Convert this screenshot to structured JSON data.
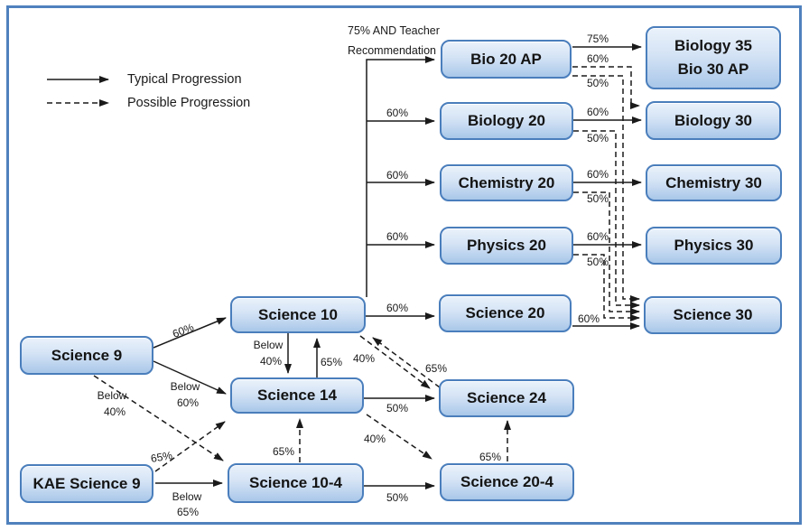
{
  "legend": {
    "typical": "Typical Progression",
    "possible": "Possible Progression"
  },
  "note": {
    "line1": "75% AND Teacher",
    "line2": "Recommendation"
  },
  "nodes": {
    "science9": "Science 9",
    "kae_science9": "KAE Science 9",
    "science10": "Science 10",
    "science14": "Science 14",
    "science10_4": "Science 10-4",
    "science20": "Science 20",
    "science24": "Science 24",
    "science20_4": "Science 20-4",
    "bio20ap": "Bio 20 AP",
    "biology20": "Biology 20",
    "chemistry20": "Chemistry 20",
    "physics20": "Physics 20",
    "biology35_line1": "Biology 35",
    "biology35_line2": "Bio 30 AP",
    "biology30": "Biology 30",
    "chemistry30": "Chemistry 30",
    "physics30": "Physics 30",
    "science30": "Science 30"
  },
  "edge_labels": {
    "t_b20": "60%",
    "t_c20": "60%",
    "t_p20": "60%",
    "s10_s20": "60%",
    "ap_b35": "75%",
    "ap_b30": "60%",
    "ap_s30": "50%",
    "b20_b30": "60%",
    "b20_s30": "50%",
    "c20_c30": "60%",
    "c20_s30": "50%",
    "p20_p30": "60%",
    "p20_s30": "50%",
    "s20_s30": "60%",
    "s9_s10": "60%",
    "s9_s14_a": "Below",
    "s9_s14_b": "60%",
    "s9_s104_a": "Below",
    "s9_s104_b": "40%",
    "s10_s14_a": "Below",
    "s10_s14_b": "40%",
    "s14_s10": "65%",
    "s10_s24": "40%",
    "s24_s10": "65%",
    "s14_s24": "50%",
    "s14_s204": "40%",
    "kae_s14": "65%",
    "kae_s104_a": "Below",
    "kae_s104_b": "65%",
    "s104_s14": "65%",
    "s104_s204": "50%",
    "s204_s24": "65%"
  },
  "colors": {
    "frame_border": "#4f81bd",
    "node_border": "#4a7ebc",
    "node_fill_top": "#eaf2fb",
    "node_fill_bottom": "#a9c7e9",
    "edge": "#1a1a1a"
  }
}
